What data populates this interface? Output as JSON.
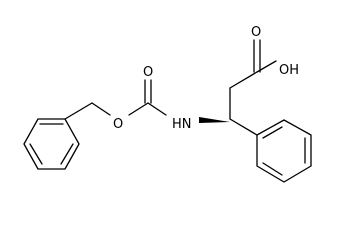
{
  "atoms": {
    "carbonyl_oxygen_acid": "O",
    "hydroxyl": "OH",
    "carbamate_oxygen_double": "O",
    "carbamate_oxygen_ether": "O",
    "amine": "HN"
  },
  "colors": {
    "ink": "#000000",
    "background": "#ffffff"
  }
}
